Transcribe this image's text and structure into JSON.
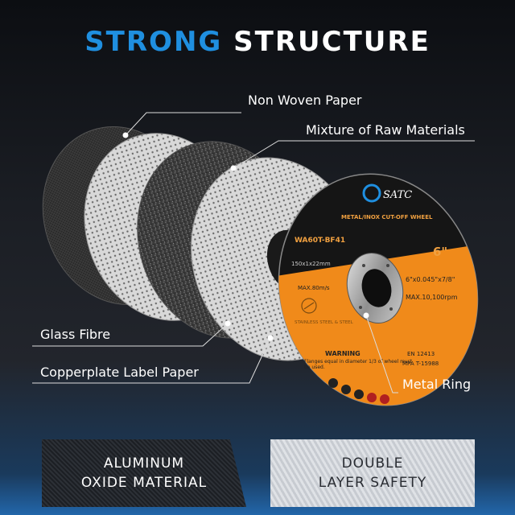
{
  "header": {
    "title_accent": "STRONG",
    "title_main": "STRUCTURE"
  },
  "labels": {
    "non_woven": "Non Woven Paper",
    "raw_materials": "Mixture of Raw Materials",
    "glass_fibre": "Glass Fibre",
    "copperplate": "Copperplate Label Paper",
    "metal_ring": "Metal Ring"
  },
  "wheel": {
    "brand": "SATC",
    "product": "METAL/INOX CUT-OFF WHEEL",
    "model": "WA60T-BF41",
    "size_code": "150x1x22mm",
    "size_inch": "6\"",
    "dimensions": "6\"x0.045\"x7/8\"",
    "max_speed_ms": "MAX.80m/s",
    "max_rpm": "MAX.10,100rpm",
    "material": "STAINLESS STEEL & STEEL",
    "warning_title": "WARNING",
    "warning_text": "Flanges equal in diameter 1/3 of wheel must be used.",
    "standard": "EN 12413",
    "mpa": "MPA T-15988"
  },
  "badges": {
    "left_line1": "ALUMINUM",
    "left_line2": "OXIDE MATERIAL",
    "right_line1": "DOUBLE",
    "right_line2": "LAYER SAFETY"
  },
  "colors": {
    "accent": "#1f8fe0",
    "wheel_orange": "#f08a1a",
    "wheel_black": "#151515"
  }
}
